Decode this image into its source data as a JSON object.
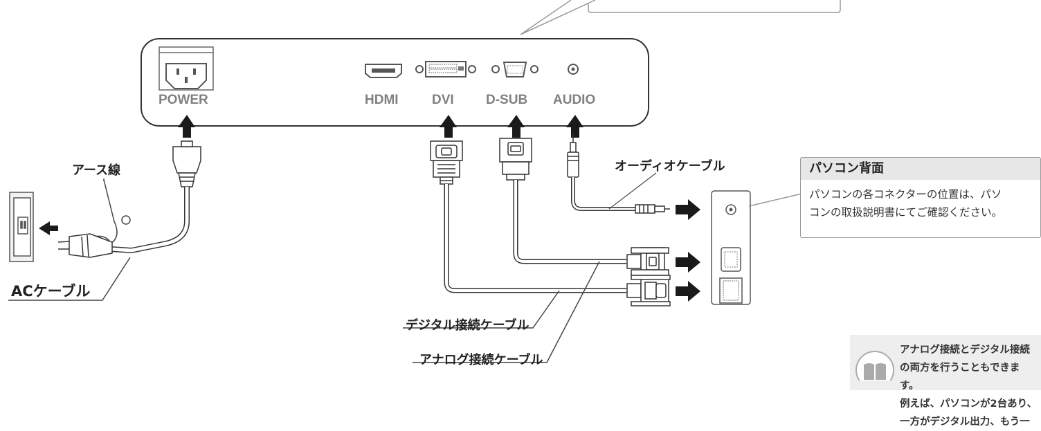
{
  "monitor": {
    "ports": {
      "power": "POWER",
      "hdmi": "HDMI",
      "dvi": "DVI",
      "dsub": "D-SUB",
      "audio": "AUDIO"
    }
  },
  "labels": {
    "earth_wire": "アース線",
    "ac_cable": "ACケーブル",
    "audio_cable": "オーディオケーブル",
    "digital_cable": "デジタル接続ケーブル",
    "analog_cable": "アナログ接続ケーブル"
  },
  "pc_callout": {
    "title": "パソコン背面",
    "line1": "パソコンの各コネクターの位置は、パソ",
    "line2": "コンの取扱説明書にてご確認ください。"
  },
  "note": {
    "line1": "アナログ接続とデジタル接続の両方を行うこともできます。",
    "line2": "例えば、パソコンが2台あり、一方がデジタル出力、もう一"
  },
  "colors": {
    "outline": "#333333",
    "port_label": "#808080",
    "cable_fill": "#ffffff",
    "callout_bg": "#e7e7e7",
    "note_bg": "#eeeeee"
  },
  "icons": [
    "power-inlet-icon",
    "hdmi-port-icon",
    "dvi-port-icon",
    "dsub-port-icon",
    "audio-jack-icon",
    "book-icon",
    "arrow-icon",
    "wall-outlet-icon"
  ]
}
